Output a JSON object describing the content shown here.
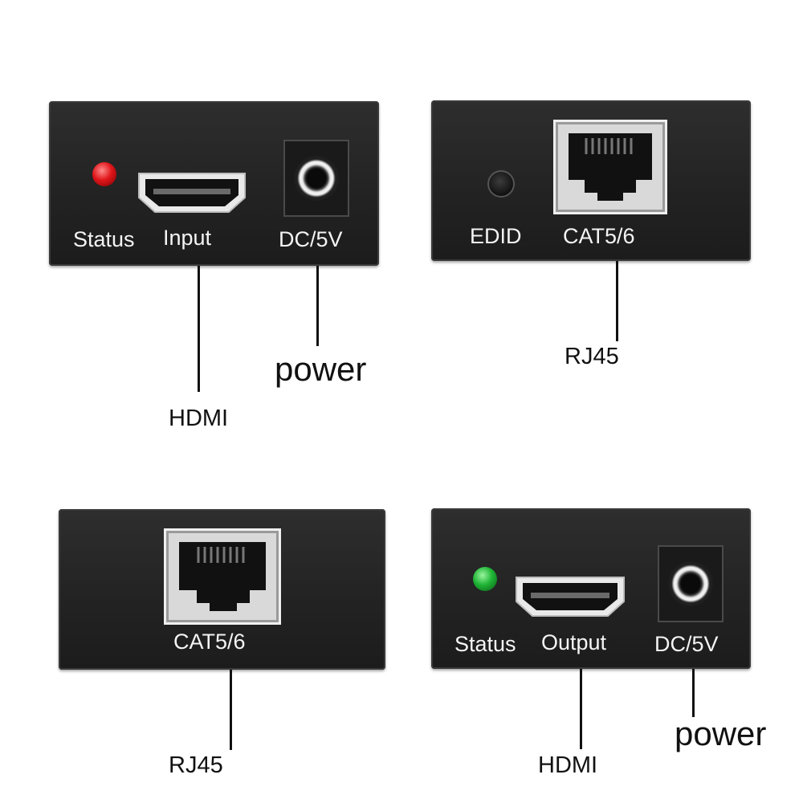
{
  "colors": {
    "status_red": "#e0161b",
    "status_green": "#1fb536",
    "panel": "#262626"
  },
  "tx": {
    "status_label": "Status",
    "input_label": "Input",
    "dc_label": "DC/5V",
    "callout_hdmi": "HDMI",
    "callout_power": "power"
  },
  "tx_rj45": {
    "edid_label": "EDID",
    "cat_label": "CAT5/6",
    "callout_rj45": "RJ45"
  },
  "rx_rj45": {
    "cat_label": "CAT5/6",
    "callout_rj45": "RJ45"
  },
  "rx": {
    "status_label": "Status",
    "output_label": "Output",
    "dc_label": "DC/5V",
    "callout_hdmi": "HDMI",
    "callout_power": "power"
  }
}
